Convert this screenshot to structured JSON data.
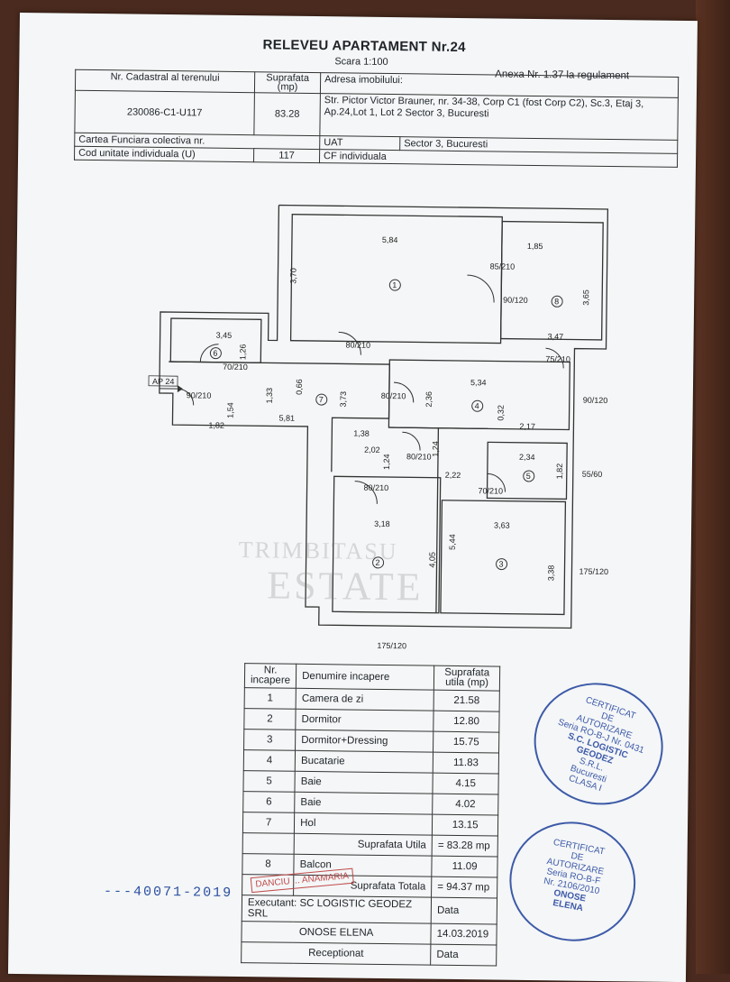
{
  "header": {
    "title": "RELEVEU APARTAMENT Nr.24",
    "scale": "Scara 1:100",
    "anexa": "Anexa Nr. 1.37 la regulament",
    "col_cadastral": "Nr. Cadastral al terenului",
    "col_suprafata": "Suprafata (mp)",
    "col_adresa": "Adresa imobilului:",
    "cadastral_value": "230086-C1-U117",
    "suprafata_value": "83.28",
    "address": "Str. Pictor Victor Brauner, nr. 34-38, Corp C1 (fost Corp C2), Sc.3, Etaj 3, Ap.24,Lot 1, Lot 2 Sector 3, Bucuresti",
    "carte_label": "Cartea Funciara colectiva nr.",
    "uat_label": "UAT",
    "uat_value": "Sector 3, Bucuresti",
    "cod_label": "Cod unitate individuala (U)",
    "cod_value": "117",
    "cf_label": "CF individuala"
  },
  "plan": {
    "ap_label": "AP 24",
    "dimensions": [
      "5,84",
      "1,85",
      "3,70",
      "3,65",
      "3,47",
      "3,45",
      "1,26",
      "5,34",
      "0,32",
      "2,17",
      "2,36",
      "0,66",
      "1,33",
      "1,54",
      "5,81",
      "1,82",
      "1,38",
      "3,73",
      "2,02",
      "1,24",
      "1,24",
      "2,22",
      "2,34",
      "1,82",
      "3,18",
      "3,63",
      "4,05",
      "5,44",
      "3,38"
    ],
    "doors": [
      "85/210",
      "90/120",
      "80/210",
      "75/210",
      "70/210",
      "90/210",
      "80/210",
      "90/120",
      "80/210",
      "80/210",
      "70/210",
      "55/60",
      "175/120",
      "175/120"
    ],
    "room_numbers": [
      "1",
      "2",
      "3",
      "4",
      "5",
      "6",
      "7",
      "8"
    ]
  },
  "rooms_table": {
    "h_nr": "Nr. incapere",
    "h_name": "Denumire incapere",
    "h_area": "Suprafata utila (mp)",
    "rows": [
      {
        "nr": "1",
        "name": "Camera de zi",
        "area": "21.58"
      },
      {
        "nr": "2",
        "name": "Dormitor",
        "area": "12.80"
      },
      {
        "nr": "3",
        "name": "Dormitor+Dressing",
        "area": "15.75"
      },
      {
        "nr": "4",
        "name": "Bucatarie",
        "area": "11.83"
      },
      {
        "nr": "5",
        "name": "Baie",
        "area": "4.15"
      },
      {
        "nr": "6",
        "name": "Baie",
        "area": "4.02"
      },
      {
        "nr": "7",
        "name": "Hol",
        "area": "13.15"
      }
    ],
    "util_label": "Suprafata Utila",
    "util_value": "= 83.28 mp",
    "balcon": {
      "nr": "8",
      "name": "Balcon",
      "area": "11.09"
    },
    "total_label": "Suprafata Totala",
    "total_value": "= 94.37 mp",
    "executant": "Executant: SC LOGISTIC GEODEZ SRL",
    "executant_date_label": "Data",
    "person": "ONOSE ELENA",
    "date": "14.03.2019",
    "receptionat": "Receptionat",
    "recept_date_label": "Data"
  },
  "handwritten_number": "---40071-2019",
  "watermark": {
    "line1": "TRIMBITASU",
    "line2": "ESTATE"
  },
  "stamp1": {
    "l1": "CERTIFICAT",
    "l2": "DE",
    "l3": "AUTORIZARE",
    "l4": "Seria RO-B-J Nr. 0431",
    "l5": "S.C. LOGISTIC",
    "l6": "GEODEZ",
    "l7": "S.R.L.",
    "l8": "Bucuresti",
    "l9": "CLASA I"
  },
  "stamp2": {
    "l1": "CERTIFICAT",
    "l2": "DE",
    "l3": "AUTORIZARE",
    "l4": "Seria RO-B-F",
    "l5": "Nr. 2106/2010",
    "l6": "ONOSE",
    "l7": "ELENA"
  },
  "red_stamp": "DANCIU ... ANAMARIA"
}
